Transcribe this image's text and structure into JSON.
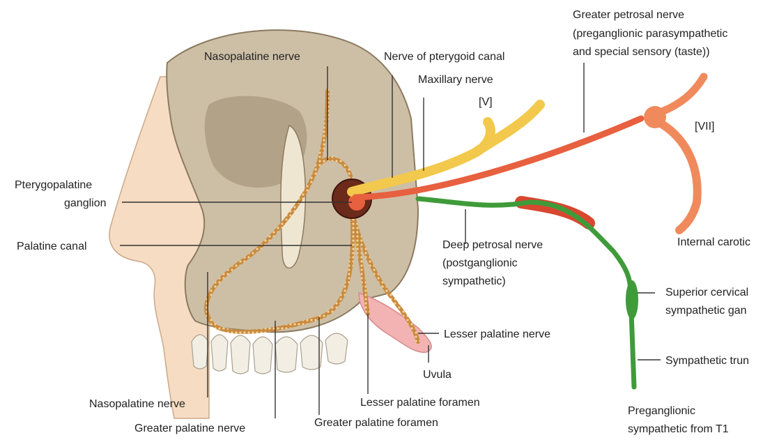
{
  "colors": {
    "skull": "#cdbfa6",
    "skull_shade": "#9a8a70",
    "nose": "#f6dcc2",
    "maxillary_nerve": "#f2c94c",
    "greater_petrosal": "#e7603f",
    "facial_nerve": "#f08a5d",
    "sympathetic": "#3f9b3a",
    "carotid": "#d8472f",
    "uvula": "#f4b3b3",
    "beaded_nerve": "#c98a3f",
    "leader": "#333333"
  },
  "icons": [
    "skull-illustration",
    "nose-illustration",
    "ganglion-illustration"
  ],
  "labels": {
    "nasopalatine_top": "Nasopalatine nerve",
    "nerve_pterygoid_canal": "Nerve of pterygoid canal",
    "maxillary_nerve": "Maxillary nerve",
    "maxillary_roman": "[V]",
    "greater_petrosal_1": "Greater petrosal nerve",
    "greater_petrosal_2": "(preganglionic parasympathetic",
    "greater_petrosal_3": "and special sensory (taste))",
    "facial_roman": "[VII]",
    "pterygopalatine_1": "Pterygopalatine",
    "pterygopalatine_2": "ganglion",
    "palatine_canal": "Palatine canal",
    "deep_petrosal_1": "Deep petrosal nerve",
    "deep_petrosal_2": "(postganglionic",
    "deep_petrosal_3": "sympathetic)",
    "internal_carotid": "Internal carotic",
    "superior_cervical_1": "Superior cervical",
    "superior_cervical_2": "sympathetic gan",
    "lesser_palatine_nerve": "Lesser palatine nerve",
    "sympathetic_trunk": "Sympathetic trun",
    "uvula": "Uvula",
    "nasopalatine_bottom": "Nasopalatine nerve",
    "lesser_palatine_foramen": "Lesser palatine foramen",
    "preganglionic_1": "Preganglionic",
    "preganglionic_2": "sympathetic from T1",
    "greater_palatine_nerve": "Greater palatine nerve",
    "greater_palatine_foramen": "Greater palatine foramen"
  }
}
